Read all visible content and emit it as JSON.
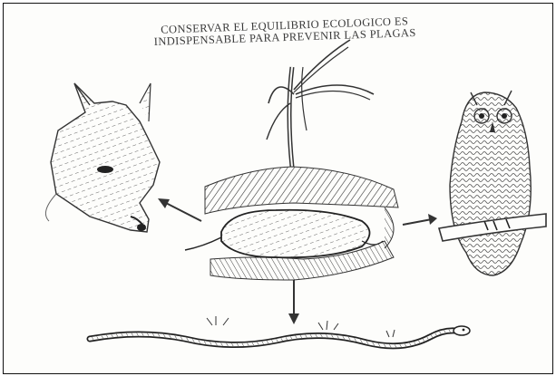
{
  "title": {
    "line1": "CONSERVAR EL EQUILIBRIO ECOLOGICO ES",
    "line2": "INDISPENSABLE PARA PREVENIR LAS PLAGAS"
  },
  "figures": [
    {
      "name": "fox",
      "icon": "fox-icon"
    },
    {
      "name": "owl",
      "icon": "owl-icon"
    },
    {
      "name": "plant",
      "icon": "plant-icon"
    },
    {
      "name": "rodent-in-burrow",
      "icon": "rodent-icon"
    },
    {
      "name": "snake",
      "icon": "snake-icon"
    }
  ],
  "colors": {
    "ink": "#2b2b2b",
    "paper": "#fdfdfb"
  }
}
